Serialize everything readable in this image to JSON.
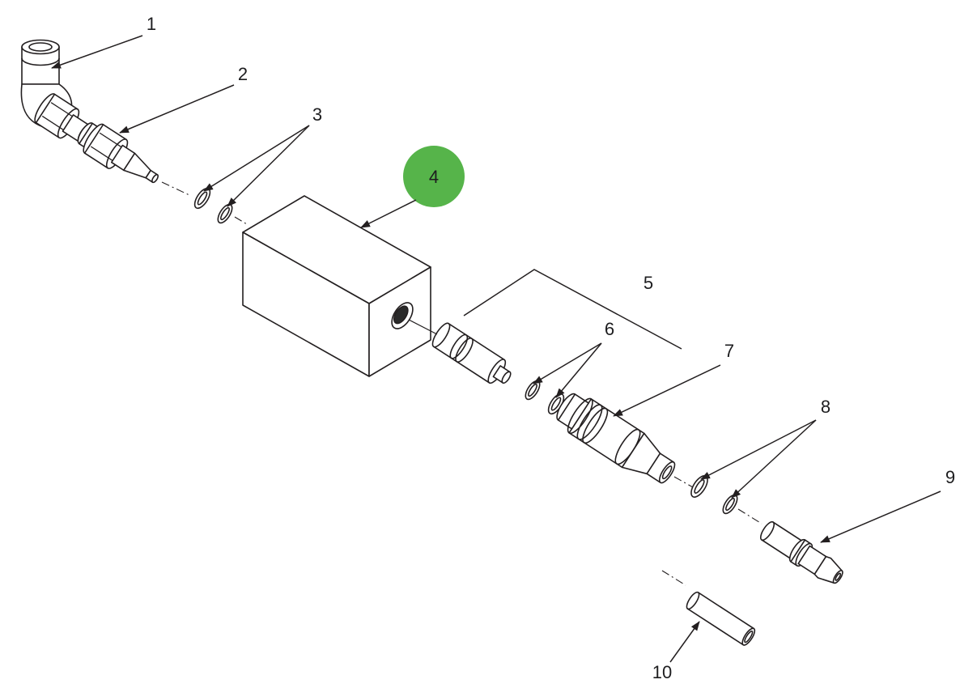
{
  "diagram": {
    "kind": "exploded-parts-diagram",
    "background_color": "#ffffff",
    "line_color": "#231f20",
    "highlight": {
      "color": "#56b44a",
      "label": "4"
    },
    "callouts": [
      {
        "label": "1",
        "part": "push-to-connect-elbow-fitting",
        "highlighted": false
      },
      {
        "label": "2",
        "part": "check-valve-nozzle-fitting",
        "highlighted": false
      },
      {
        "label": "3",
        "part": "o-ring-pair",
        "highlighted": false
      },
      {
        "label": "4",
        "part": "manifold-block",
        "highlighted": true
      },
      {
        "label": "5",
        "part": "cartridge-subassembly",
        "highlighted": false
      },
      {
        "label": "6",
        "part": "o-ring-pair",
        "highlighted": false
      },
      {
        "label": "7",
        "part": "coupler-body",
        "highlighted": false
      },
      {
        "label": "8",
        "part": "o-ring-pair",
        "highlighted": false
      },
      {
        "label": "9",
        "part": "barbed-fitting",
        "highlighted": false
      },
      {
        "label": "10",
        "part": "tube-sleeve",
        "highlighted": false
      }
    ]
  }
}
